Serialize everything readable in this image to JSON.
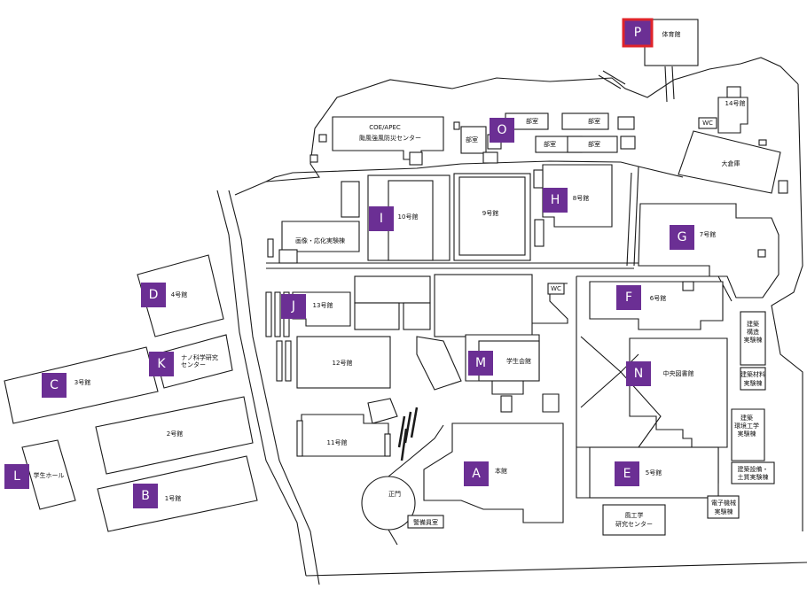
{
  "colors": {
    "marker_fill": "#6b2f94",
    "marker_text": "#ffffff",
    "marker_p_border": "#e0242a",
    "line": "#1a1a1a"
  },
  "markers": {
    "A": "A",
    "B": "B",
    "C": "C",
    "D": "D",
    "E": "E",
    "F": "F",
    "G": "G",
    "H": "H",
    "I": "I",
    "J": "J",
    "K": "K",
    "L": "L",
    "M": "M",
    "N": "N",
    "O": "O",
    "P": "P"
  },
  "buildings": {
    "gymnasium": "体育館",
    "building_14": "14号館",
    "wc_east": "WC",
    "large_warehouse": "大倉庫",
    "coe_line1": "COE/APEC",
    "coe_line2": "颱風強風防災センター",
    "club_room_1": "部室",
    "club_room_2": "部室",
    "club_room_3": "部室",
    "club_room_4": "部室",
    "club_room_5": "部室",
    "building_8": "8号館",
    "building_9": "9号館",
    "building_10": "10号館",
    "imaging_lab": "画像・応化実験棟",
    "building_7": "7号館",
    "building_4": "4号館",
    "building_13": "13号館",
    "wc_center": "WC",
    "building_6": "6号館",
    "arch_structure_1": "建築",
    "arch_structure_2": "構造",
    "arch_structure_3": "実験棟",
    "nano_line1": "ナノ科学研究",
    "nano_line2": "センター",
    "building_3": "3号館",
    "building_12": "12号館",
    "student_hall": "学生会館",
    "central_library": "中央図書館",
    "arch_material_1": "建築材料",
    "arch_material_2": "実験棟",
    "building_2": "2号館",
    "building_11": "11号館",
    "env_eng_1": "建築",
    "env_eng_2": "環境工学",
    "env_eng_3": "実験棟",
    "main_building": "本館",
    "building_5": "5号館",
    "civil_1": "建築設備・",
    "civil_2": "土質実験棟",
    "student_hall_l": "学生ホール",
    "building_1": "1号館",
    "main_gate": "正門",
    "electrical_1": "電子機械",
    "electrical_2": "実験棟",
    "wind_1": "風工学",
    "wind_2": "研究センター",
    "guard_room": "警備員室"
  }
}
